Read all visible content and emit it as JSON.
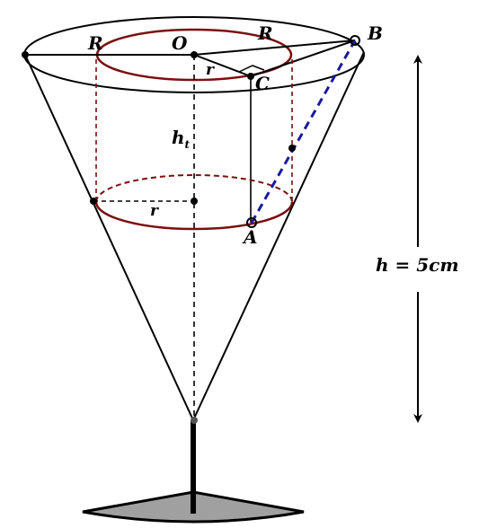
{
  "labels": {
    "R_left": "R",
    "O": "O",
    "R_right": "R",
    "B": "B",
    "r_top": "r",
    "C": "C",
    "h_t_main": "h",
    "h_t_sub": "t",
    "r_mid": "r",
    "A": "A",
    "height": "h = 5cm"
  },
  "colors": {
    "outline": "#000000",
    "inner_circle": "#7a0f0f",
    "segment_AB": "#1a1a9e",
    "base_fill": "#a0a0a0"
  }
}
